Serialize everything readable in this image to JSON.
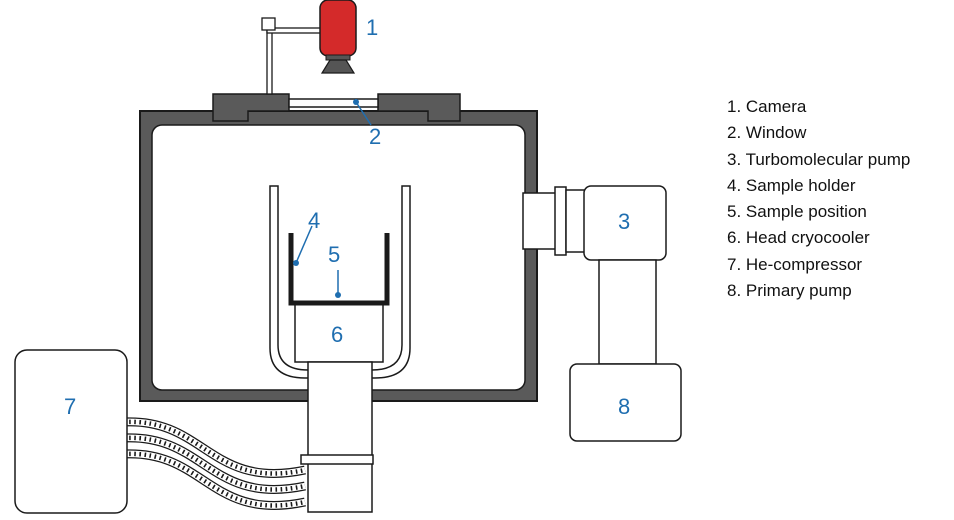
{
  "numbers": {
    "camera": "1",
    "window": "2",
    "turbo_pump": "3",
    "sample_holder": "4",
    "sample_position": "5",
    "cryocooler": "6",
    "compressor": "7",
    "primary_pump": "8"
  },
  "legend": [
    "1. Camera",
    "2. Window",
    "3. Turbomolecular pump",
    "4. Sample holder",
    "5. Sample position",
    "6. Head cryocooler",
    "7. He-compressor",
    "8. Primary pump"
  ],
  "colors": {
    "label_blue": "#1f6eb0",
    "camera_red": "#d42a2a",
    "chamber_gray": "#5a5a5a",
    "outline": "#1a1a1a"
  }
}
